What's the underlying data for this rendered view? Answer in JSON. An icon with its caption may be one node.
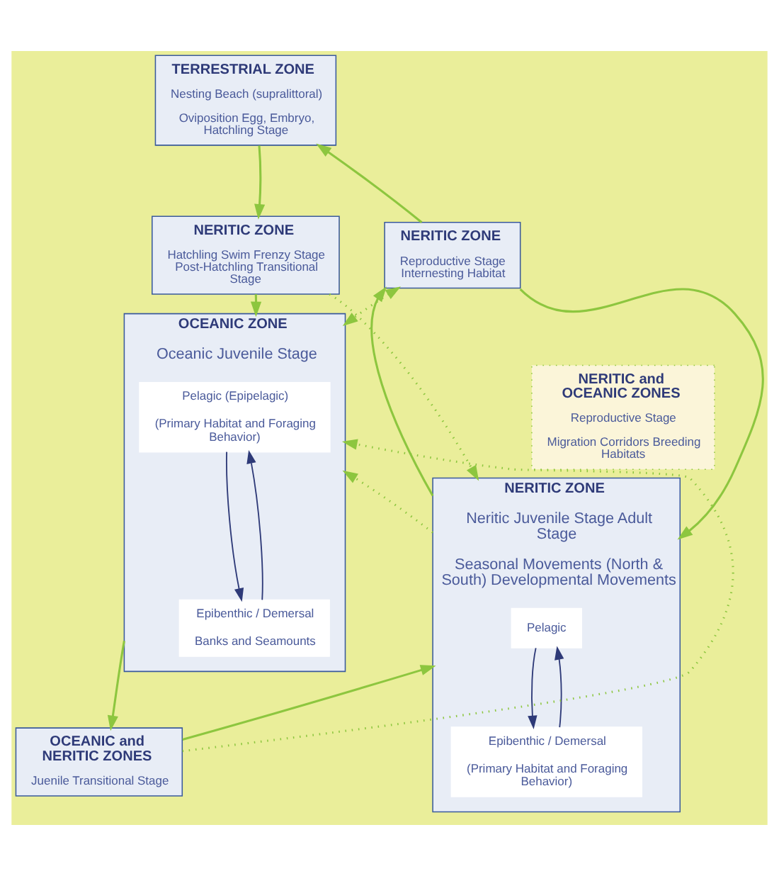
{
  "diagram": {
    "nodes": [
      {
        "text": [
          "NERITIC ZONE",
          "Neritic Juvenile Stage Adult Stage",
          "Seasonal Movements (North & South) Developmental Movements"
        ]
      },
      {
        "text": [
          "Pelagic"
        ],
        "in": 0
      },
      {
        "text": [
          "Epibenthic / Demersal",
          "(Primary Habitat and Foraging Behavior)"
        ],
        "in": 0
      },
      {
        "text": [
          "OCEANIC ZONE",
          "Oceanic Juvenile Stage"
        ]
      },
      {
        "text": [
          "Pelagic (Epipelagic)",
          "(Primary Habitat and Foraging Behavior)"
        ],
        "in": 3
      },
      {
        "text": [
          "Epibenthic / Demersal",
          "Banks and Seamounts"
        ],
        "in": 3
      },
      {
        "text": [
          "TERRESTRIAL ZONE",
          "Nesting Beach (supralittoral)",
          "Oviposition Egg, Embryo, Hatchling Stage"
        ]
      },
      {
        "text": [
          "NERITIC ZONE",
          "Reproductive Stage Internesting Habitat"
        ]
      },
      {
        "text": [
          "NERITIC ZONE",
          "Hatchling Swim Frenzy Stage Post-Hatchling Transitional Stage"
        ]
      },
      {
        "text": [
          "NERITIC and OCEANIC ZONES",
          "Reproductive Stage",
          "Migration Corridors Breeding Habitats"
        ]
      },
      {
        "text": [
          "OCEANIC and NERITIC ZONES",
          "Juenile Transitional Stage"
        ]
      }
    ],
    "edges": [
      {
        "from": 7,
        "to": 6,
        "arrow": "to"
      },
      {
        "from": 6,
        "to": 8,
        "arrow": "to"
      },
      {
        "from": 8,
        "to": 3,
        "arrow": "to"
      },
      {
        "from": 3,
        "to": 10,
        "arrow": "to"
      },
      {
        "from": 10,
        "to": 0,
        "arrow": "to"
      },
      {
        "from": 7,
        "to": 3,
        "arrow": "both",
        "style": "dashed"
      },
      {
        "from": 8,
        "to": 0,
        "arrow": "to",
        "style": "dashed"
      },
      {
        "from": 0,
        "to": 3,
        "arrow": "to",
        "style": "dashed"
      },
      {
        "from": 10,
        "to": 3,
        "arrow": "to",
        "style": "dashed"
      },
      {
        "from": 0,
        "to": 7,
        "arrow": "to"
      },
      {
        "from": 7,
        "to": 0,
        "arrow": "to"
      },
      {
        "from": 4,
        "to": 5,
        "arrow": "to",
        "color": "#2e3a78"
      },
      {
        "from": 5,
        "to": 4,
        "arrow": "to",
        "color": "#2e3a78"
      },
      {
        "from": 1,
        "to": 2,
        "arrow": "to",
        "color": "#2e3a78"
      },
      {
        "from": 2,
        "to": 1,
        "arrow": "to",
        "color": "#2e3a78"
      }
    ]
  }
}
